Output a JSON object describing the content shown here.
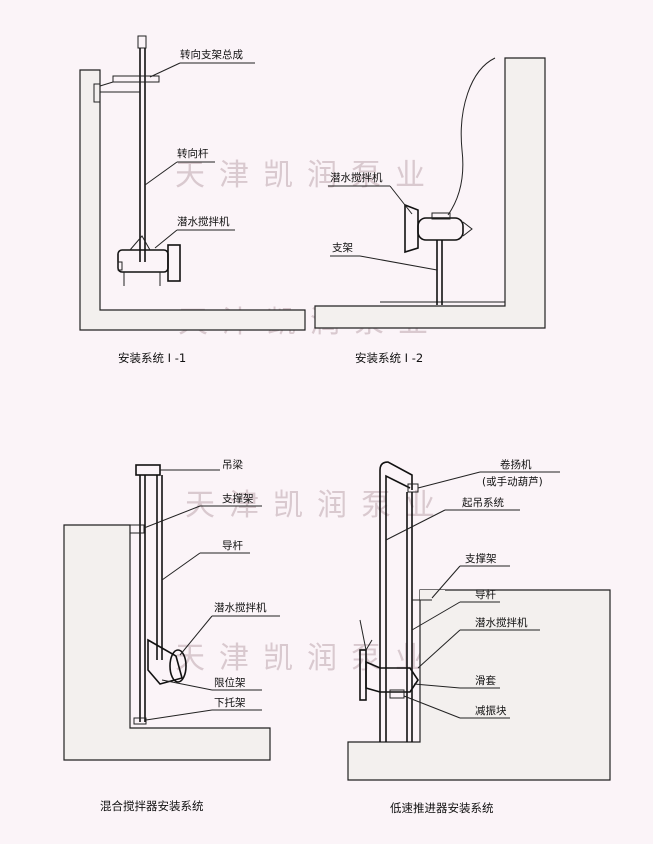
{
  "watermark": "天津凯润泵业",
  "diagrams": {
    "sys1": {
      "caption": "安装系统 I -1",
      "labels": {
        "turning_bracket": "转向支架总成",
        "turning_rod": "转向杆",
        "mixer": "潜水搅拌机"
      }
    },
    "sys2": {
      "caption": "安装系统 I -2",
      "labels": {
        "mixer": "潜水搅拌机",
        "support": "支架"
      }
    },
    "mixer_sys": {
      "caption": "混合搅拌器安装系统",
      "labels": {
        "hanging_beam": "吊梁",
        "support_frame": "支撑架",
        "guide_rod": "导杆",
        "mixer": "潜水搅拌机",
        "limit_frame": "限位架",
        "lower_bracket": "下托架"
      }
    },
    "propeller_sys": {
      "caption": "低速推进器安装系统",
      "labels": {
        "winch": "卷扬机",
        "winch_note": "(或手动葫芦)",
        "lifting": "起吊系统",
        "support_frame": "支撑架",
        "guide_rod": "导杆",
        "mixer": "潜水搅拌机",
        "sleeve": "滑套",
        "damper": "减振块"
      }
    }
  }
}
